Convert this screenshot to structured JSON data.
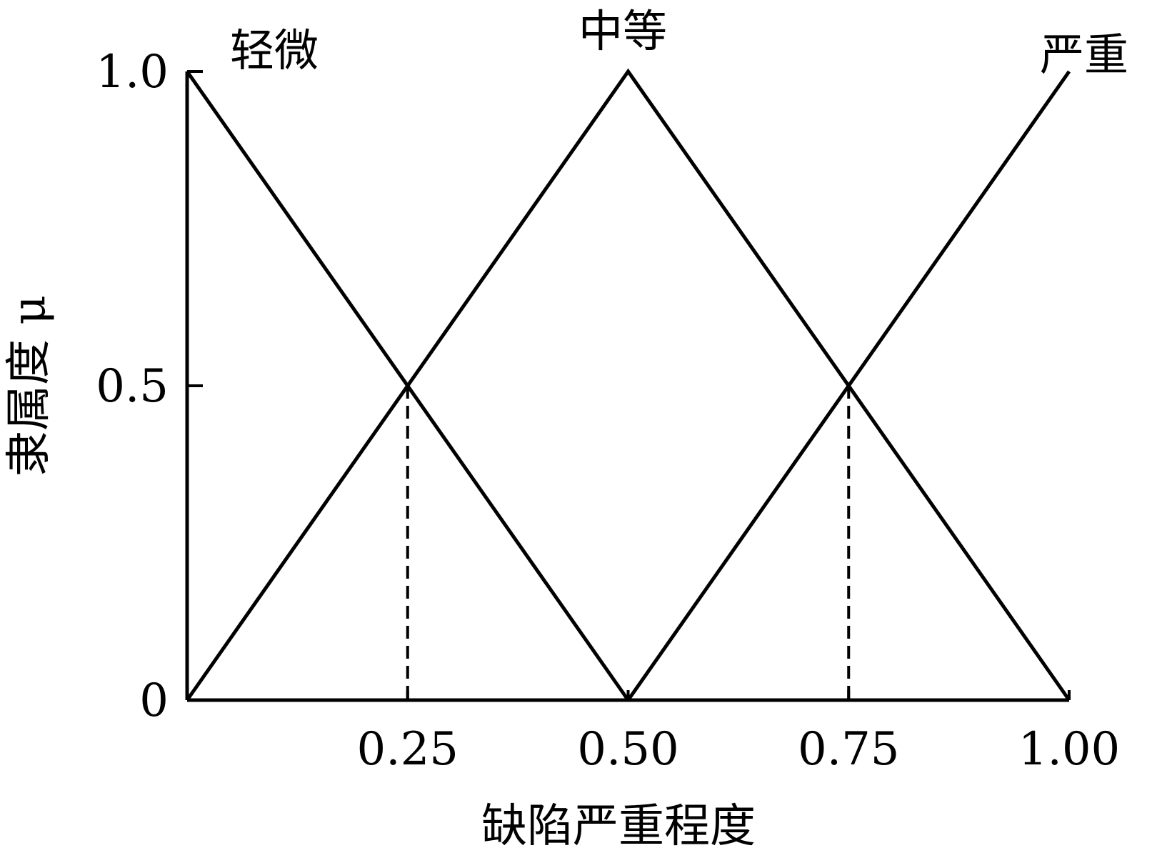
{
  "chart_data": {
    "type": "line",
    "xlabel": "缺陷严重程度",
    "ylabel": "隶属度 μ",
    "xlim": [
      0,
      1
    ],
    "ylim": [
      0,
      1
    ],
    "xticks": [
      "0.25",
      "0.50",
      "0.75",
      "1.00"
    ],
    "yticks": [
      "0",
      "0.5",
      "1.0"
    ],
    "grid": false,
    "series": [
      {
        "name": "轻微",
        "x": [
          0,
          0.5
        ],
        "y": [
          1,
          0
        ]
      },
      {
        "name": "中等",
        "x": [
          0,
          0.5,
          1
        ],
        "y": [
          0,
          1,
          0
        ]
      },
      {
        "name": "严重",
        "x": [
          0.5,
          1
        ],
        "y": [
          0,
          1
        ]
      }
    ],
    "guides": [
      {
        "x": 0.25,
        "y": 0.5,
        "style": "dashed"
      },
      {
        "x": 0.75,
        "y": 0.5,
        "style": "dashed"
      }
    ],
    "line_color": "#000000"
  }
}
